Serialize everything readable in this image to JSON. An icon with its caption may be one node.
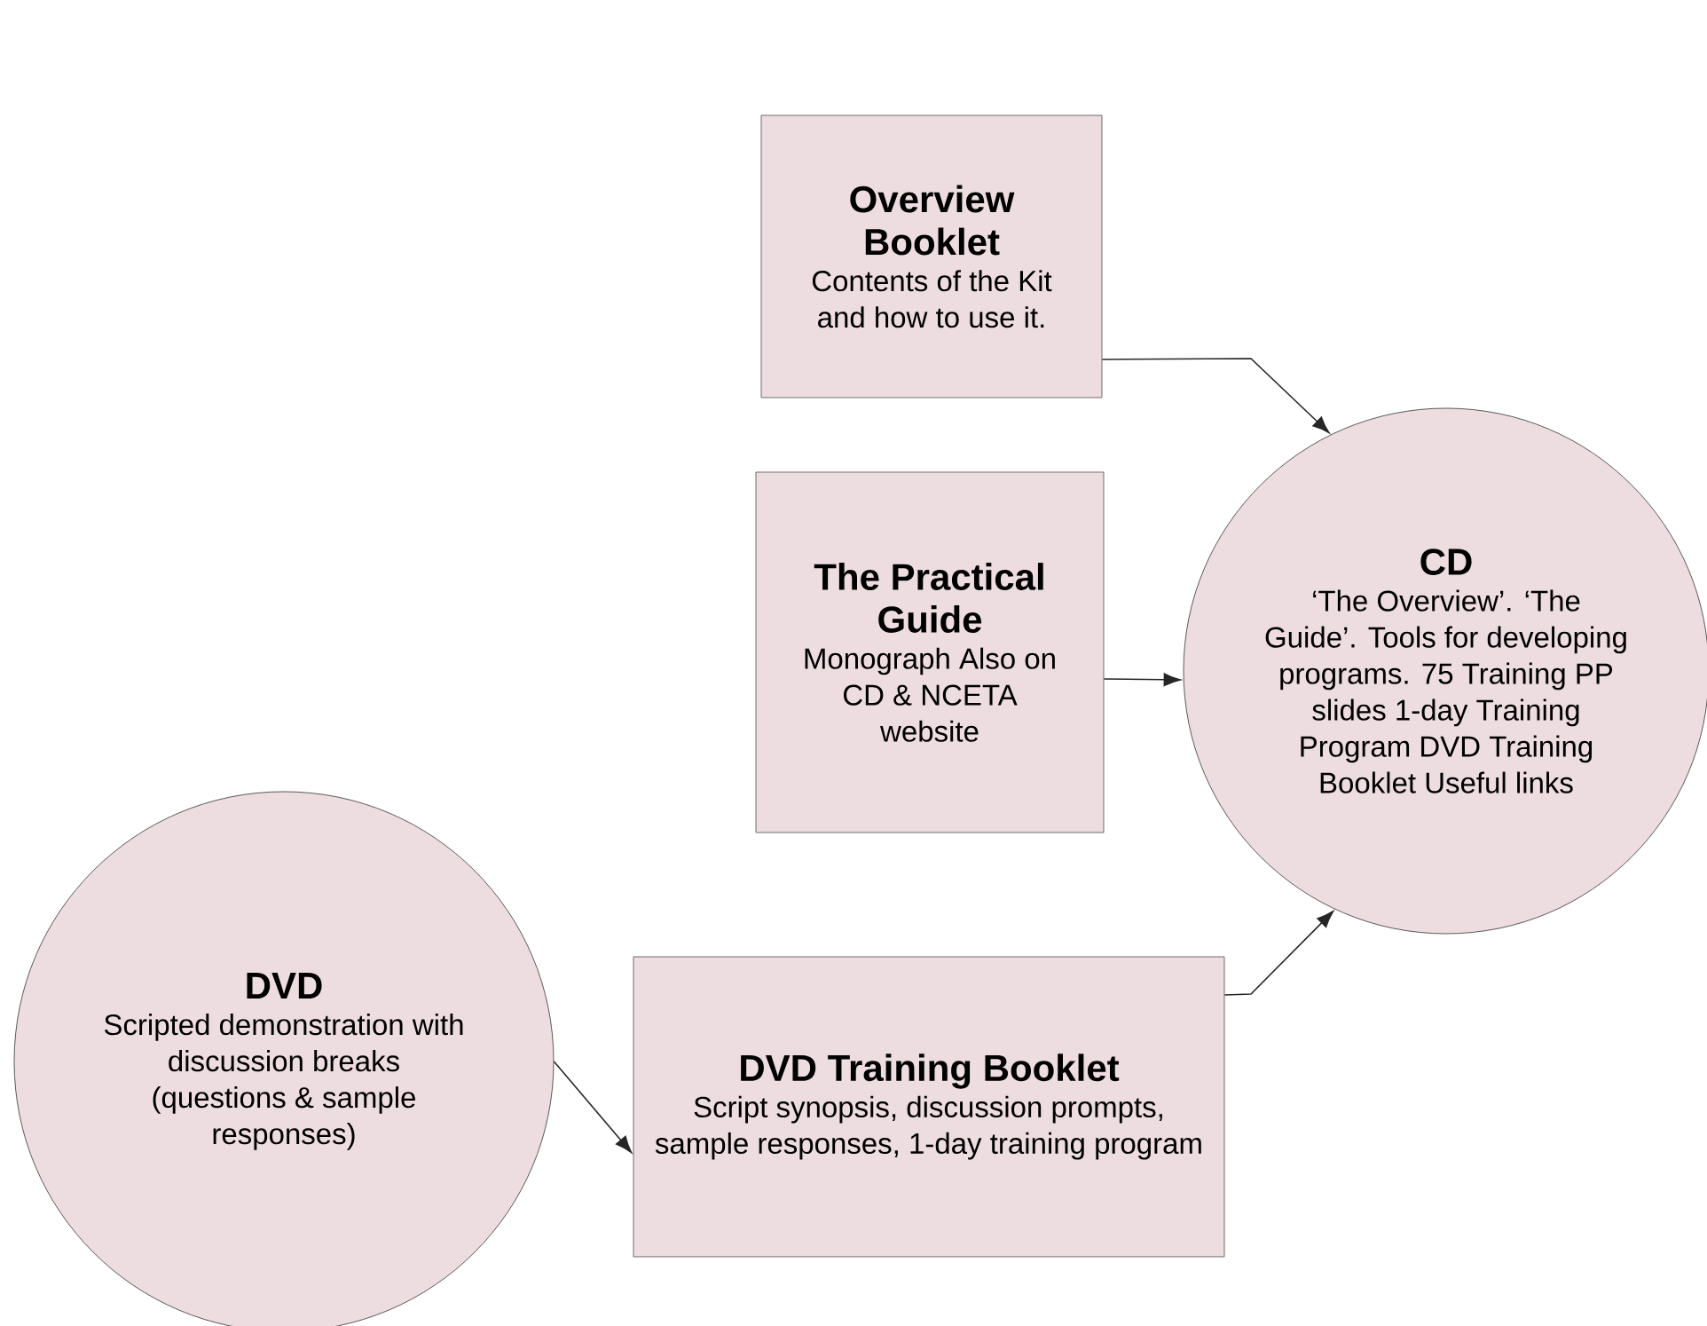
{
  "diagram": {
    "nodes": [
      {
        "text": [
          "Overview Booklet",
          "Contents of the Kit and how to use it."
        ]
      },
      {
        "text": [
          "The Practical Guide",
          "Monograph Also on CD & NCETA website"
        ]
      },
      {
        "text": [
          "CD",
          "‘The Overview’. ‘The Guide’. Tools for developing programs. 75 Training PP slides 1-day Training Program DVD Training Booklet Useful links"
        ]
      },
      {
        "text": [
          "DVD",
          "Scripted demonstration with discussion breaks (questions & sample responses)"
        ]
      },
      {
        "text": [
          "DVD Training Booklet",
          "Script synopsis, discussion prompts, sample responses, 1-day training program"
        ]
      }
    ],
    "edges": [
      {
        "from": 0,
        "to": 2,
        "arrow": "to"
      },
      {
        "from": 1,
        "to": 2,
        "arrow": "to"
      },
      {
        "from": 3,
        "to": 4,
        "arrow": "to"
      },
      {
        "from": 4,
        "to": 2,
        "arrow": "to"
      }
    ]
  }
}
